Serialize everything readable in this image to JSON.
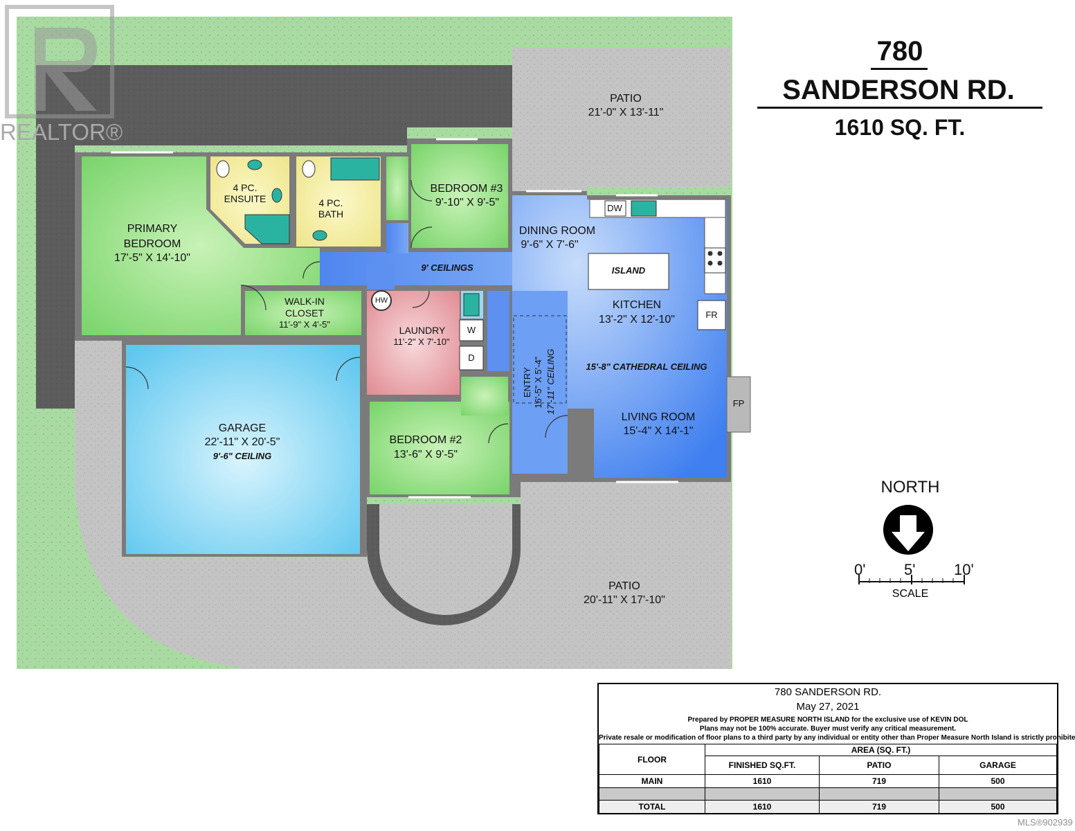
{
  "watermark": {
    "text": "REALTOR®",
    "mls": "MLS®902939"
  },
  "title": {
    "number": "780",
    "street": "SANDERSON RD.",
    "area": "1610 SQ. FT."
  },
  "rooms": {
    "patio_top": {
      "name": "PATIO",
      "dims": "21'-0\" X 13'-11\""
    },
    "bedroom3": {
      "name": "BEDROOM #3",
      "dims": "9'-10\" X 9'-5\""
    },
    "ensuite": {
      "l1": "4 PC.",
      "l2": "ENSUITE"
    },
    "bath": {
      "l1": "4 PC.",
      "l2": "BATH"
    },
    "primary": {
      "l1": "PRIMARY",
      "l2": "BEDROOM",
      "dims": "17'-5\" X 14'-10\""
    },
    "hall": {
      "note": "9' CEILINGS"
    },
    "walkin": {
      "l1": "WALK-IN",
      "l2": "CLOSET",
      "dims": "11'-9\" X 4'-5\""
    },
    "dining": {
      "name": "DINING ROOM",
      "dims": "9'-6\" X 7'-6\""
    },
    "island": "ISLAND",
    "kitchen": {
      "name": "KITCHEN",
      "dims": "13'-2\" X 12'-10\""
    },
    "cathedral": "15'-8\" CATHEDRAL CEILING",
    "living": {
      "name": "LIVING ROOM",
      "dims": "15'-4\" X 14'-1\""
    },
    "laundry": {
      "name": "LAUNDRY",
      "dims": "11'-2\" X 7'-10\""
    },
    "entry": {
      "l1": "ENTRY",
      "l2": "16'-5\" X 5'-4\"",
      "l3": "17'-11\" CEILING"
    },
    "garage": {
      "name": "GARAGE",
      "dims": "22'-11\" X 20'-5\"",
      "note": "9'-6\" CEILING"
    },
    "bedroom2": {
      "name": "BEDROOM #2",
      "dims": "13'-6\" X 9'-5\""
    },
    "patio_bottom": {
      "name": "PATIO",
      "dims": "20'-11\" X 17'-10\""
    }
  },
  "fixtures": {
    "dw": "DW",
    "fr": "FR",
    "fp": "FP",
    "hw": "HW",
    "w": "W",
    "d": "D"
  },
  "compass": {
    "label": "NORTH"
  },
  "scale": {
    "t0": "0'",
    "t5": "5'",
    "t10": "10'",
    "word": "SCALE"
  },
  "info": {
    "address": "780 SANDERSON RD.",
    "date": "May 27, 2021",
    "prepared": "Prepared by PROPER MEASURE NORTH ISLAND for the exclusive use of KEVIN DOL",
    "note": "Plans may not be 100% accurate.  Buyer must verify any critical measurement.",
    "private": "Private resale  or modification of floor plans to a third party by any individual or entity other than Proper Measure North Island is strictly prohibited",
    "area_header": "AREA (SQ. FT.)",
    "col_floor": "FLOOR",
    "col_finished": "FINISHED SQ.FT.",
    "col_patio": "PATIO",
    "col_garage": "GARAGE",
    "rows": [
      {
        "floor": "MAIN",
        "finished": "1610",
        "patio": "719",
        "garage": "500"
      },
      {
        "floor": "TOTAL",
        "finished": "1610",
        "patio": "719",
        "garage": "500"
      }
    ]
  },
  "colors": {
    "lawn": "#a8d9a0",
    "walkway": "#5a5a5a",
    "patio": "#c2c2c2",
    "wall": "#7a7a7a",
    "bedroom": "#9fe08a",
    "bath": "#f3ee9a",
    "hall": "#5b8ef2",
    "kitchen": "#6a9df5",
    "laundry": "#e6979c",
    "garage": "#7fd3f2"
  }
}
